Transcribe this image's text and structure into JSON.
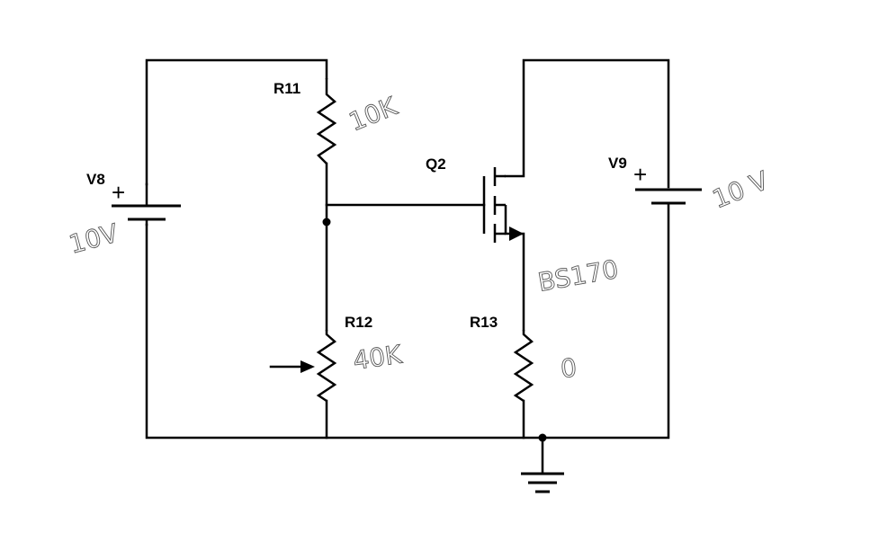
{
  "components": {
    "v8": {
      "designator": "V8",
      "polarity": "+",
      "annotation": "10V"
    },
    "v9": {
      "designator": "V9",
      "polarity": "+",
      "annotation": "10 V"
    },
    "r11": {
      "designator": "R11",
      "annotation": "10K"
    },
    "r12": {
      "designator": "R12",
      "annotation": "40K"
    },
    "r13": {
      "designator": "R13",
      "annotation": "0"
    },
    "q2": {
      "designator": "Q2",
      "annotation": "BS170"
    }
  }
}
